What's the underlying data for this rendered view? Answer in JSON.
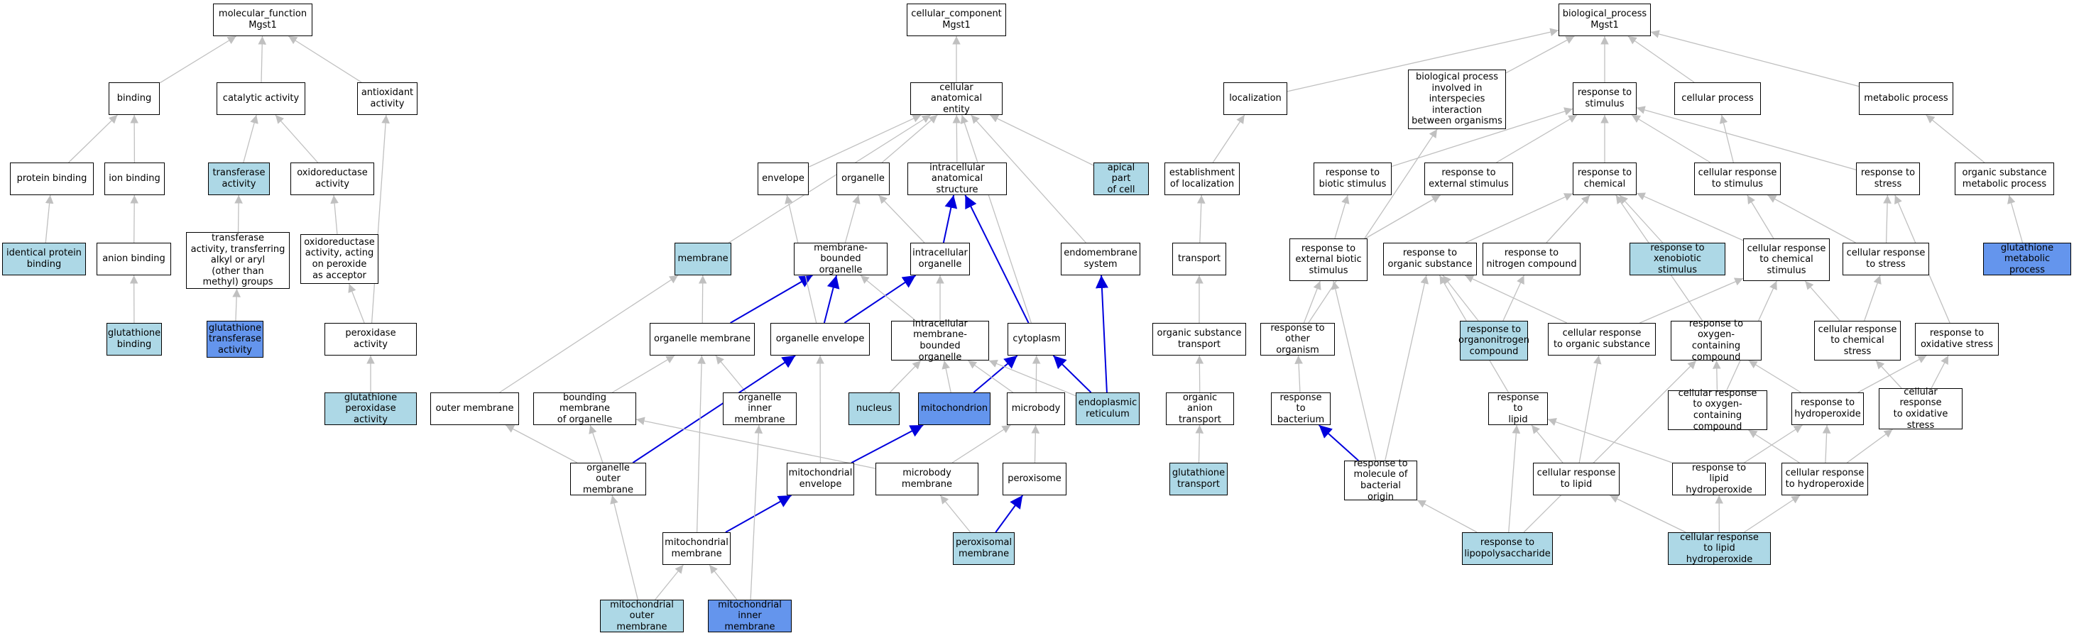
{
  "colors": {
    "light": "#add8e6",
    "blue": "#6495ed",
    "plain": "#ffffff",
    "edge_gray": "#c0c0c0",
    "edge_blue": "#0000dd"
  },
  "nodes": {
    "mf_root": {
      "label": "molecular_function\nMgst1",
      "fill": "plain"
    },
    "binding": {
      "label": "binding",
      "fill": "plain"
    },
    "catalytic": {
      "label": "catalytic activity",
      "fill": "plain"
    },
    "antioxidant": {
      "label": "antioxidant\nactivity",
      "fill": "plain"
    },
    "protein_binding": {
      "label": "protein binding",
      "fill": "plain"
    },
    "ion_binding": {
      "label": "ion binding",
      "fill": "plain"
    },
    "transferase": {
      "label": "transferase\nactivity",
      "fill": "light"
    },
    "oxidoreductase": {
      "label": "oxidoreductase\nactivity",
      "fill": "plain"
    },
    "identical_protein": {
      "label": "identical protein\nbinding",
      "fill": "light"
    },
    "anion_binding": {
      "label": "anion binding",
      "fill": "plain"
    },
    "transferase_alkyl": {
      "label": "transferase\nactivity, transferring\nalkyl or aryl\n(other than\nmethyl) groups",
      "fill": "plain"
    },
    "oxido_peroxide": {
      "label": "oxidoreductase\nactivity, acting\non peroxide\nas acceptor",
      "fill": "plain"
    },
    "glutathione_binding": {
      "label": "glutathione\nbinding",
      "fill": "light"
    },
    "gst_activity": {
      "label": "glutathione\ntransferase\nactivity",
      "fill": "blue"
    },
    "peroxidase": {
      "label": "peroxidase activity",
      "fill": "plain"
    },
    "glut_peroxidase": {
      "label": "glutathione\nperoxidase activity",
      "fill": "light"
    },
    "cc_root": {
      "label": "cellular_component\nMgst1",
      "fill": "plain"
    },
    "cae": {
      "label": "cellular anatomical\nentity",
      "fill": "plain"
    },
    "envelope": {
      "label": "envelope",
      "fill": "plain"
    },
    "organelle": {
      "label": "organelle",
      "fill": "plain"
    },
    "ias": {
      "label": "intracellular\nanatomical structure",
      "fill": "plain"
    },
    "apical": {
      "label": "apical part\nof cell",
      "fill": "light"
    },
    "membrane": {
      "label": "membrane",
      "fill": "light"
    },
    "mbo": {
      "label": "membrane-bounded\norganelle",
      "fill": "plain"
    },
    "intra_org": {
      "label": "intracellular\norganelle",
      "fill": "plain"
    },
    "endomem": {
      "label": "endomembrane\nsystem",
      "fill": "plain"
    },
    "org_membrane": {
      "label": "organelle membrane",
      "fill": "plain"
    },
    "org_envelope": {
      "label": "organelle envelope",
      "fill": "plain"
    },
    "imbo": {
      "label": "intracellular\nmembrane-bounded\norganelle",
      "fill": "plain"
    },
    "cytoplasm": {
      "label": "cytoplasm",
      "fill": "plain"
    },
    "outer_membrane": {
      "label": "outer membrane",
      "fill": "plain"
    },
    "bounding_membrane": {
      "label": "bounding membrane\nof organelle",
      "fill": "plain"
    },
    "org_inner": {
      "label": "organelle inner\nmembrane",
      "fill": "plain"
    },
    "nucleus": {
      "label": "nucleus",
      "fill": "light"
    },
    "mitochondrion": {
      "label": "mitochondrion",
      "fill": "blue"
    },
    "microbody": {
      "label": "microbody",
      "fill": "plain"
    },
    "er": {
      "label": "endoplasmic\nreticulum",
      "fill": "light"
    },
    "org_outer": {
      "label": "organelle outer\nmembrane",
      "fill": "plain"
    },
    "mito_env": {
      "label": "mitochondrial\nenvelope",
      "fill": "plain"
    },
    "microbody_mem": {
      "label": "microbody membrane",
      "fill": "plain"
    },
    "peroxisome": {
      "label": "peroxisome",
      "fill": "plain"
    },
    "mito_membrane": {
      "label": "mitochondrial\nmembrane",
      "fill": "plain"
    },
    "perox_membrane": {
      "label": "peroxisomal\nmembrane",
      "fill": "light"
    },
    "mito_outer": {
      "label": "mitochondrial\nouter membrane",
      "fill": "light"
    },
    "mito_inner": {
      "label": "mitochondrial\ninner membrane",
      "fill": "blue"
    },
    "bp_root": {
      "label": "biological_process\nMgst1",
      "fill": "plain"
    },
    "localization": {
      "label": "localization",
      "fill": "plain"
    },
    "interspecies": {
      "label": "biological process\ninvolved in\ninterspecies\ninteraction\nbetween organisms",
      "fill": "plain"
    },
    "resp_stim": {
      "label": "response to\nstimulus",
      "fill": "plain"
    },
    "cell_process": {
      "label": "cellular process",
      "fill": "plain"
    },
    "metabolic": {
      "label": "metabolic process",
      "fill": "plain"
    },
    "est_loc": {
      "label": "establishment\nof localization",
      "fill": "plain"
    },
    "resp_biotic": {
      "label": "response to\nbiotic stimulus",
      "fill": "plain"
    },
    "resp_external": {
      "label": "response to external stimulus",
      "fill": "plain"
    },
    "resp_chemical": {
      "label": "response to\nchemical",
      "fill": "plain"
    },
    "cell_resp_stim": {
      "label": "cellular response\nto stimulus",
      "fill": "plain"
    },
    "resp_stress": {
      "label": "response to\nstress",
      "fill": "plain"
    },
    "org_sub_metab": {
      "label": "organic substance\nmetabolic process",
      "fill": "plain"
    },
    "transport": {
      "label": "transport",
      "fill": "plain"
    },
    "resp_ext_biotic": {
      "label": "response to\nexternal biotic\nstimulus",
      "fill": "plain"
    },
    "resp_org_sub": {
      "label": "response to\norganic substance",
      "fill": "plain"
    },
    "resp_nitrogen": {
      "label": "response to\nnitrogen compound",
      "fill": "plain"
    },
    "resp_xeno": {
      "label": "response to\nxenobiotic stimulus",
      "fill": "light"
    },
    "cell_resp_chem": {
      "label": "cellular response\nto chemical\nstimulus",
      "fill": "plain"
    },
    "cell_resp_stress": {
      "label": "cellular response\nto stress",
      "fill": "plain"
    },
    "glut_metab": {
      "label": "glutathione\nmetabolic process",
      "fill": "blue"
    },
    "org_sub_transport": {
      "label": "organic substance\ntransport",
      "fill": "plain"
    },
    "resp_other_org": {
      "label": "response to\nother organism",
      "fill": "plain"
    },
    "resp_organonitrogen": {
      "label": "response to\norganonitrogen\ncompound",
      "fill": "light"
    },
    "cell_resp_org_sub": {
      "label": "cellular response\nto organic substance",
      "fill": "plain"
    },
    "resp_oxygen": {
      "label": "response to\noxygen-containing\ncompound",
      "fill": "plain"
    },
    "cell_resp_chem_stress": {
      "label": "cellular response\nto chemical\nstress",
      "fill": "plain"
    },
    "resp_ox_stress": {
      "label": "response to\noxidative stress",
      "fill": "plain"
    },
    "org_anion_transport": {
      "label": "organic anion\ntransport",
      "fill": "plain"
    },
    "resp_bacterium": {
      "label": "response to\nbacterium",
      "fill": "plain"
    },
    "resp_lipid": {
      "label": "response to\nlipid",
      "fill": "plain"
    },
    "cell_resp_oxygen": {
      "label": "cellular response\nto oxygen-containing\ncompound",
      "fill": "plain"
    },
    "resp_hydroperoxide": {
      "label": "response to\nhydroperoxide",
      "fill": "plain"
    },
    "cell_resp_ox_stress": {
      "label": "cellular response\nto oxidative\nstress",
      "fill": "plain"
    },
    "glut_transport": {
      "label": "glutathione\ntransport",
      "fill": "light"
    },
    "resp_bact_origin": {
      "label": "response to\nmolecule of\nbacterial origin",
      "fill": "plain"
    },
    "cell_resp_lipid": {
      "label": "cellular response\nto lipid",
      "fill": "plain"
    },
    "resp_lipid_hp": {
      "label": "response to\nlipid hydroperoxide",
      "fill": "plain"
    },
    "cell_resp_hp": {
      "label": "cellular response\nto hydroperoxide",
      "fill": "plain"
    },
    "resp_lps": {
      "label": "response to\nlipopolysaccharide",
      "fill": "light"
    },
    "cell_resp_lipid_hp": {
      "label": "cellular response\nto lipid hydroperoxide",
      "fill": "light"
    }
  },
  "edges": [
    [
      "binding",
      "mf_root",
      "gray"
    ],
    [
      "catalytic",
      "mf_root",
      "gray"
    ],
    [
      "antioxidant",
      "mf_root",
      "gray"
    ],
    [
      "protein_binding",
      "binding",
      "gray"
    ],
    [
      "ion_binding",
      "binding",
      "gray"
    ],
    [
      "transferase",
      "catalytic",
      "gray"
    ],
    [
      "oxidoreductase",
      "catalytic",
      "gray"
    ],
    [
      "identical_protein",
      "protein_binding",
      "gray"
    ],
    [
      "anion_binding",
      "ion_binding",
      "gray"
    ],
    [
      "transferase_alkyl",
      "transferase",
      "gray"
    ],
    [
      "oxido_peroxide",
      "oxidoreductase",
      "gray"
    ],
    [
      "glutathione_binding",
      "anion_binding",
      "gray"
    ],
    [
      "gst_activity",
      "transferase_alkyl",
      "gray"
    ],
    [
      "peroxidase",
      "oxido_peroxide",
      "gray"
    ],
    [
      "peroxidase",
      "antioxidant",
      "gray"
    ],
    [
      "glut_peroxidase",
      "peroxidase",
      "gray"
    ],
    [
      "cae",
      "cc_root",
      "gray"
    ],
    [
      "envelope",
      "cae",
      "gray"
    ],
    [
      "organelle",
      "cae",
      "gray"
    ],
    [
      "ias",
      "cae",
      "gray"
    ],
    [
      "apical",
      "cae",
      "gray"
    ],
    [
      "membrane",
      "cae",
      "gray"
    ],
    [
      "endomem",
      "cae",
      "gray"
    ],
    [
      "cytoplasm",
      "cae",
      "gray"
    ],
    [
      "mbo",
      "organelle",
      "gray"
    ],
    [
      "intra_org",
      "organelle",
      "gray"
    ],
    [
      "intra_org",
      "ias",
      "blue"
    ],
    [
      "org_membrane",
      "membrane",
      "gray"
    ],
    [
      "org_membrane",
      "mbo",
      "blue"
    ],
    [
      "org_envelope",
      "mbo",
      "blue"
    ],
    [
      "org_envelope",
      "intra_org",
      "blue"
    ],
    [
      "org_envelope",
      "envelope",
      "gray"
    ],
    [
      "imbo",
      "mbo",
      "gray"
    ],
    [
      "imbo",
      "intra_org",
      "gray"
    ],
    [
      "cytoplasm",
      "ias",
      "blue"
    ],
    [
      "outer_membrane",
      "membrane",
      "gray"
    ],
    [
      "bounding_membrane",
      "org_membrane",
      "gray"
    ],
    [
      "org_inner",
      "org_membrane",
      "gray"
    ],
    [
      "nucleus",
      "imbo",
      "gray"
    ],
    [
      "mitochondrion",
      "imbo",
      "gray"
    ],
    [
      "mitochondrion",
      "cytoplasm",
      "blue"
    ],
    [
      "microbody",
      "imbo",
      "gray"
    ],
    [
      "microbody",
      "cytoplasm",
      "gray"
    ],
    [
      "er",
      "endomem",
      "blue"
    ],
    [
      "er",
      "imbo",
      "gray"
    ],
    [
      "er",
      "cytoplasm",
      "blue"
    ],
    [
      "org_outer",
      "outer_membrane",
      "gray"
    ],
    [
      "org_outer",
      "bounding_membrane",
      "gray"
    ],
    [
      "org_outer",
      "org_envelope",
      "blue"
    ],
    [
      "mito_env",
      "mitochondrion",
      "blue"
    ],
    [
      "mito_env",
      "org_envelope",
      "gray"
    ],
    [
      "microbody_mem",
      "microbody",
      "gray"
    ],
    [
      "microbody_mem",
      "bounding_membrane",
      "gray"
    ],
    [
      "peroxisome",
      "microbody",
      "gray"
    ],
    [
      "mito_membrane",
      "org_membrane",
      "gray"
    ],
    [
      "mito_membrane",
      "mito_env",
      "blue"
    ],
    [
      "perox_membrane",
      "microbody_mem",
      "gray"
    ],
    [
      "perox_membrane",
      "peroxisome",
      "blue"
    ],
    [
      "mito_outer",
      "mito_membrane",
      "gray"
    ],
    [
      "mito_outer",
      "org_outer",
      "gray"
    ],
    [
      "mito_inner",
      "mito_membrane",
      "gray"
    ],
    [
      "mito_inner",
      "org_inner",
      "gray"
    ],
    [
      "localization",
      "bp_root",
      "gray"
    ],
    [
      "interspecies",
      "bp_root",
      "gray"
    ],
    [
      "resp_stim",
      "bp_root",
      "gray"
    ],
    [
      "cell_process",
      "bp_root",
      "gray"
    ],
    [
      "metabolic",
      "bp_root",
      "gray"
    ],
    [
      "est_loc",
      "localization",
      "gray"
    ],
    [
      "resp_biotic",
      "resp_stim",
      "gray"
    ],
    [
      "resp_external",
      "resp_stim",
      "gray"
    ],
    [
      "resp_chemical",
      "resp_stim",
      "gray"
    ],
    [
      "cell_resp_stim",
      "resp_stim",
      "gray"
    ],
    [
      "cell_resp_stim",
      "cell_process",
      "gray"
    ],
    [
      "resp_stress",
      "resp_stim",
      "gray"
    ],
    [
      "org_sub_metab",
      "metabolic",
      "gray"
    ],
    [
      "transport",
      "est_loc",
      "gray"
    ],
    [
      "resp_ext_biotic",
      "resp_biotic",
      "gray"
    ],
    [
      "resp_ext_biotic",
      "resp_external",
      "gray"
    ],
    [
      "resp_org_sub",
      "resp_chemical",
      "gray"
    ],
    [
      "resp_nitrogen",
      "resp_chemical",
      "gray"
    ],
    [
      "resp_xeno",
      "resp_chemical",
      "gray"
    ],
    [
      "cell_resp_chem",
      "resp_chemical",
      "gray"
    ],
    [
      "cell_resp_chem",
      "cell_resp_stim",
      "gray"
    ],
    [
      "cell_resp_stress",
      "resp_stress",
      "gray"
    ],
    [
      "cell_resp_stress",
      "cell_resp_stim",
      "gray"
    ],
    [
      "glut_metab",
      "org_sub_metab",
      "gray"
    ],
    [
      "org_sub_transport",
      "transport",
      "gray"
    ],
    [
      "resp_other_org",
      "resp_ext_biotic",
      "gray"
    ],
    [
      "resp_other_org",
      "interspecies",
      "gray"
    ],
    [
      "resp_organonitrogen",
      "resp_org_sub",
      "gray"
    ],
    [
      "resp_organonitrogen",
      "resp_nitrogen",
      "gray"
    ],
    [
      "cell_resp_org_sub",
      "resp_org_sub",
      "gray"
    ],
    [
      "cell_resp_org_sub",
      "cell_resp_chem",
      "gray"
    ],
    [
      "resp_oxygen",
      "resp_chemical",
      "gray"
    ],
    [
      "cell_resp_chem_stress",
      "cell_resp_chem",
      "gray"
    ],
    [
      "cell_resp_chem_stress",
      "cell_resp_stress",
      "gray"
    ],
    [
      "resp_ox_stress",
      "resp_stress",
      "gray"
    ],
    [
      "org_anion_transport",
      "org_sub_transport",
      "gray"
    ],
    [
      "resp_bacterium",
      "resp_other_org",
      "gray"
    ],
    [
      "resp_lipid",
      "resp_org_sub",
      "gray"
    ],
    [
      "cell_resp_oxygen",
      "resp_oxygen",
      "gray"
    ],
    [
      "cell_resp_oxygen",
      "cell_resp_chem",
      "gray"
    ],
    [
      "resp_hydroperoxide",
      "resp_oxygen",
      "gray"
    ],
    [
      "resp_hydroperoxide",
      "resp_ox_stress",
      "gray"
    ],
    [
      "cell_resp_ox_stress",
      "resp_ox_stress",
      "gray"
    ],
    [
      "cell_resp_ox_stress",
      "cell_resp_chem_stress",
      "gray"
    ],
    [
      "glut_transport",
      "org_anion_transport",
      "gray"
    ],
    [
      "resp_bact_origin",
      "resp_bacterium",
      "blue"
    ],
    [
      "resp_bact_origin",
      "resp_org_sub",
      "gray"
    ],
    [
      "resp_bact_origin",
      "resp_ext_biotic",
      "gray"
    ],
    [
      "cell_resp_lipid",
      "resp_lipid",
      "gray"
    ],
    [
      "cell_resp_lipid",
      "cell_resp_org_sub",
      "gray"
    ],
    [
      "resp_lipid_hp",
      "resp_lipid",
      "gray"
    ],
    [
      "resp_lipid_hp",
      "resp_hydroperoxide",
      "gray"
    ],
    [
      "cell_resp_hp",
      "resp_hydroperoxide",
      "gray"
    ],
    [
      "cell_resp_hp",
      "cell_resp_oxygen",
      "gray"
    ],
    [
      "cell_resp_hp",
      "cell_resp_ox_stress",
      "gray"
    ],
    [
      "resp_lps",
      "resp_bact_origin",
      "gray"
    ],
    [
      "resp_lps",
      "resp_lipid",
      "gray"
    ],
    [
      "resp_lps",
      "resp_oxygen",
      "gray"
    ],
    [
      "cell_resp_lipid_hp",
      "cell_resp_lipid",
      "gray"
    ],
    [
      "cell_resp_lipid_hp",
      "resp_lipid_hp",
      "gray"
    ],
    [
      "cell_resp_lipid_hp",
      "cell_resp_hp",
      "gray"
    ]
  ]
}
